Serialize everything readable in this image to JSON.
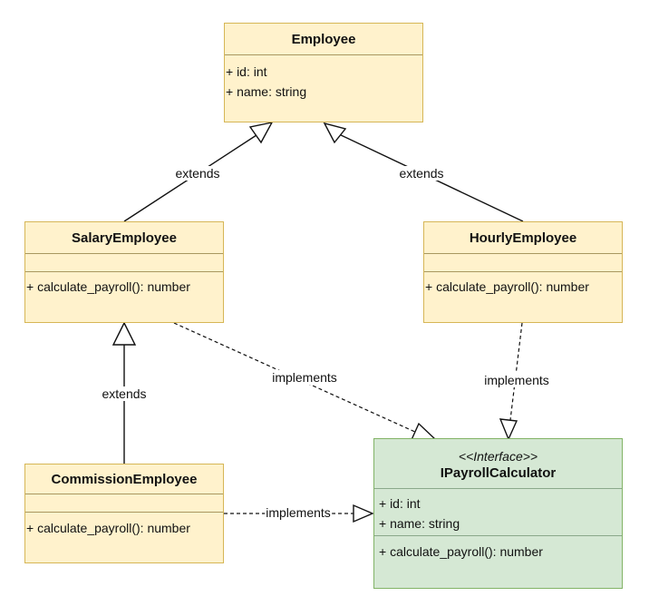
{
  "classes": {
    "employee": {
      "name": "Employee",
      "attributes": [
        "+ id: int",
        "+ name: string"
      ]
    },
    "salary": {
      "name": "SalaryEmployee",
      "methods": [
        "+ calculate_payroll(): number"
      ]
    },
    "hourly": {
      "name": "HourlyEmployee",
      "methods": [
        "+ calculate_payroll(): number"
      ]
    },
    "commission": {
      "name": "CommissionEmployee",
      "methods": [
        "+ calculate_payroll(): number"
      ]
    },
    "payroll": {
      "stereotype": "<<Interface>>",
      "name": "IPayrollCalculator",
      "attributes": [
        "+ id: int",
        "+ name: string"
      ],
      "methods": [
        "+ calculate_payroll(): number"
      ]
    }
  },
  "relations": [
    {
      "id": "salary-extends-employee",
      "label": "extends",
      "kind": "inheritance"
    },
    {
      "id": "hourly-extends-employee",
      "label": "extends",
      "kind": "inheritance"
    },
    {
      "id": "commission-extends-salary",
      "label": "extends",
      "kind": "inheritance"
    },
    {
      "id": "salary-implements-payroll",
      "label": "implements",
      "kind": "realization"
    },
    {
      "id": "hourly-implements-payroll",
      "label": "implements",
      "kind": "realization"
    },
    {
      "id": "commission-implements-payroll",
      "label": "implements",
      "kind": "realization"
    }
  ],
  "colors": {
    "class_fill": "#fff2cc",
    "class_border": "#d6b656",
    "interface_fill": "#d5e8d4",
    "interface_border": "#82b366",
    "edge": "#111111"
  }
}
